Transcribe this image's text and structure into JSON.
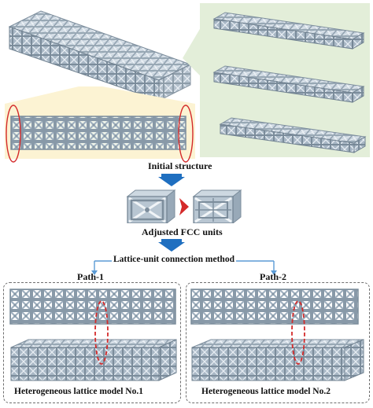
{
  "labels": {
    "initial_structure": "Initial structure",
    "adjusted_fcc": "Adjusted FCC units",
    "connection_method": "Lattice-unit connection method",
    "path1": "Path-1",
    "path2": "Path-2",
    "model1": "Heterogeneous lattice model No.1",
    "model2": "Heterogeneous lattice model No.2"
  },
  "colors": {
    "lattice_light": "#c5d1dc",
    "lattice_mid": "#a6b5c3",
    "lattice_dark": "#7c8d9c",
    "panel_green": "#e3eed9",
    "highlight_yellow": "#fcf3d3",
    "arrow_blue": "#1f6fc0",
    "ellipse_red": "#d42a2a",
    "dashed_border": "#6e6e6e"
  },
  "icons": {
    "down_arrow": "arrow-down-icon",
    "right_arrow": "arrow-right-icon"
  }
}
